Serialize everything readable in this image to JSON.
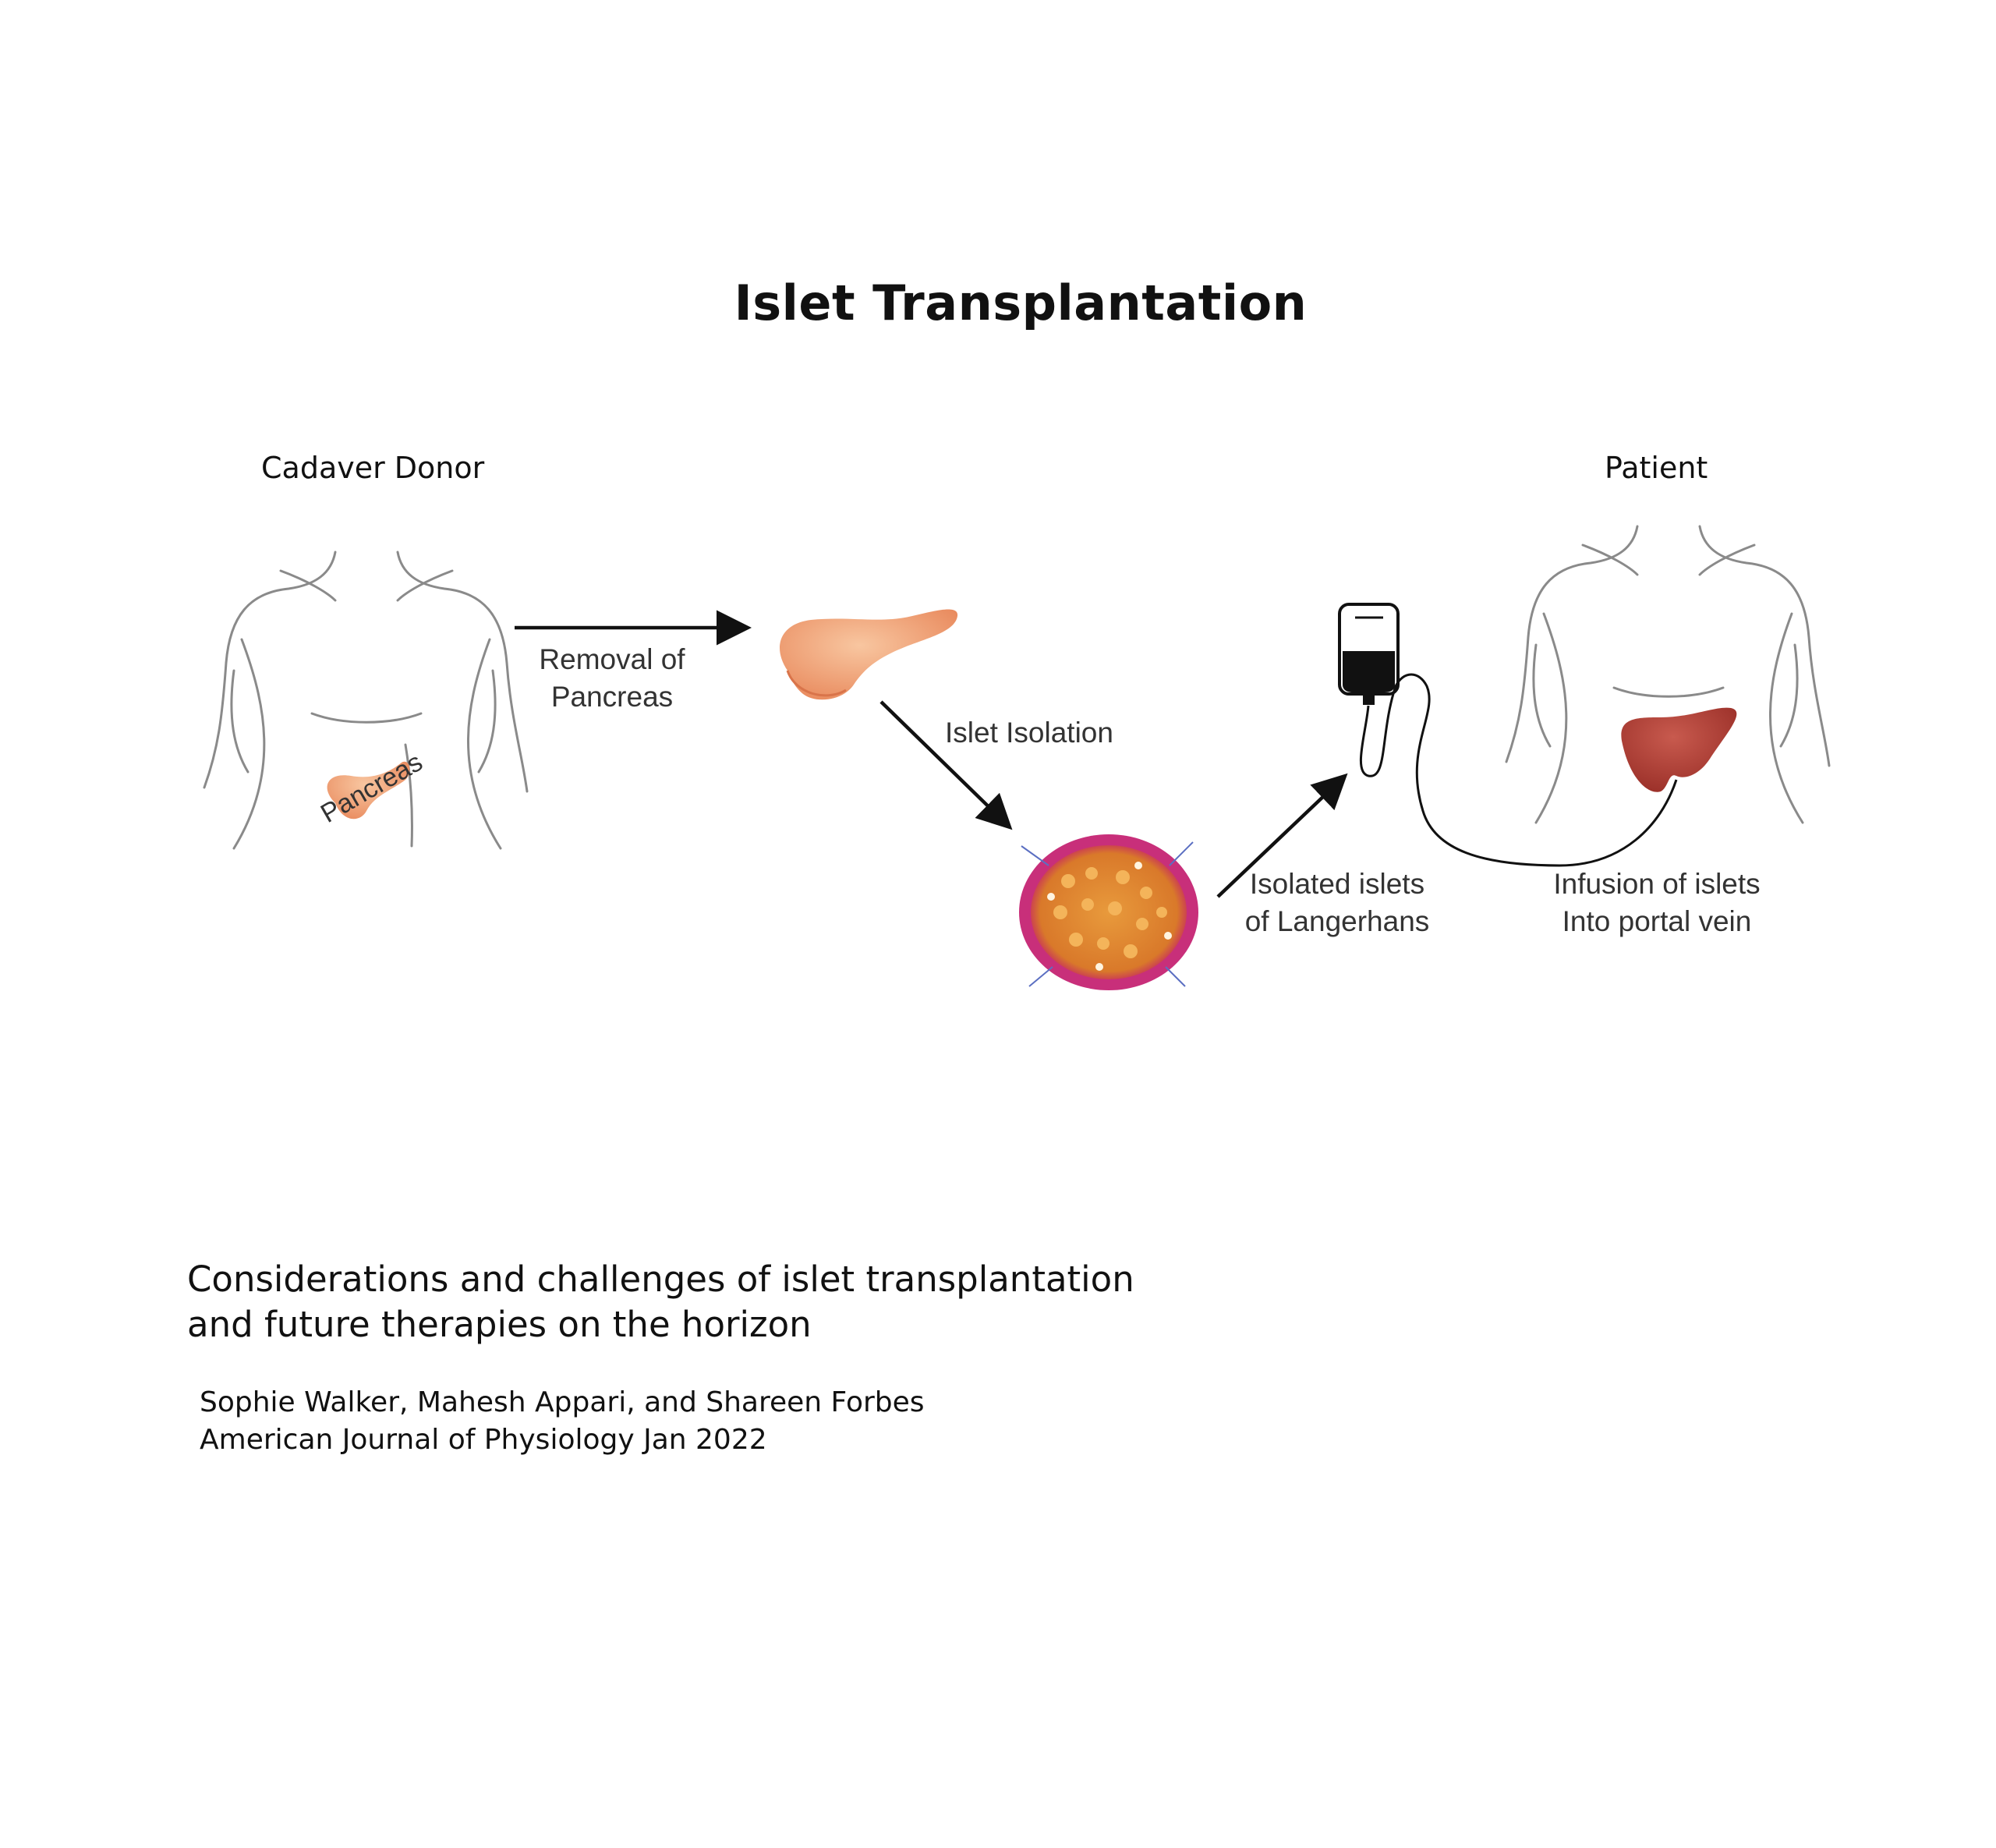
{
  "title": "Islet Transplantation",
  "donor": {
    "heading": "Cadaver Donor",
    "organ_label": "Pancreas"
  },
  "patient": {
    "heading": "Patient"
  },
  "steps": {
    "removal": [
      "Removal of",
      "Pancreas"
    ],
    "isolation": "Islet Isolation",
    "isolated": [
      "Isolated islets",
      "of Langerhans"
    ],
    "infusion": [
      "Infusion of islets",
      "Into portal vein"
    ]
  },
  "paper": {
    "title_lines": [
      "Considerations and challenges of islet transplantation",
      "and future therapies on the horizon"
    ],
    "authors": "Sophie Walker, Mahesh Appari, and Shareen Forbes",
    "journal": "American Journal of Physiology Jan 2022"
  },
  "colors": {
    "pancreas": "#f2a878",
    "liver": "#b8443a",
    "islet_core": "#e08a2c",
    "islet_rim": "#c2186b",
    "ink": "#111111",
    "outline": "#8a8a8a"
  },
  "icons": [
    "iv-bag-icon",
    "liver-icon",
    "pancreas-icon",
    "islet-icon",
    "torso-icon"
  ]
}
